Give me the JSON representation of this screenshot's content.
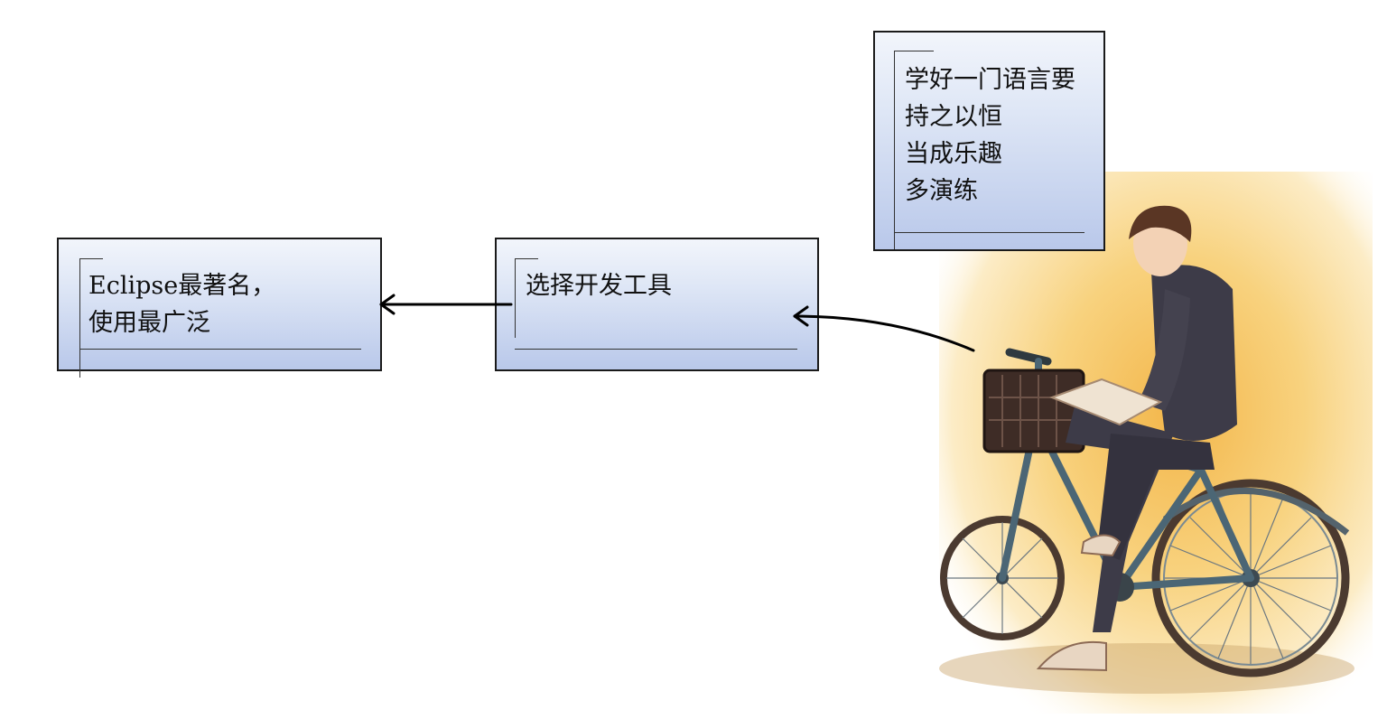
{
  "boxes": {
    "left": {
      "lines": [
        "Eclipse最著名，",
        "使用最广泛"
      ]
    },
    "middle": {
      "lines": [
        "选择开发工具"
      ]
    },
    "top_right": {
      "lines": [
        "学好一门语言要",
        "持之以恒",
        "当成乐趣",
        "多演练"
      ]
    }
  },
  "illustration": {
    "subject": "young man in dark uniform sitting on a bicycle reading",
    "background_color": "#f6c760",
    "clothing_color": "#3d3b48",
    "bicycle_color": "#4b6675"
  }
}
